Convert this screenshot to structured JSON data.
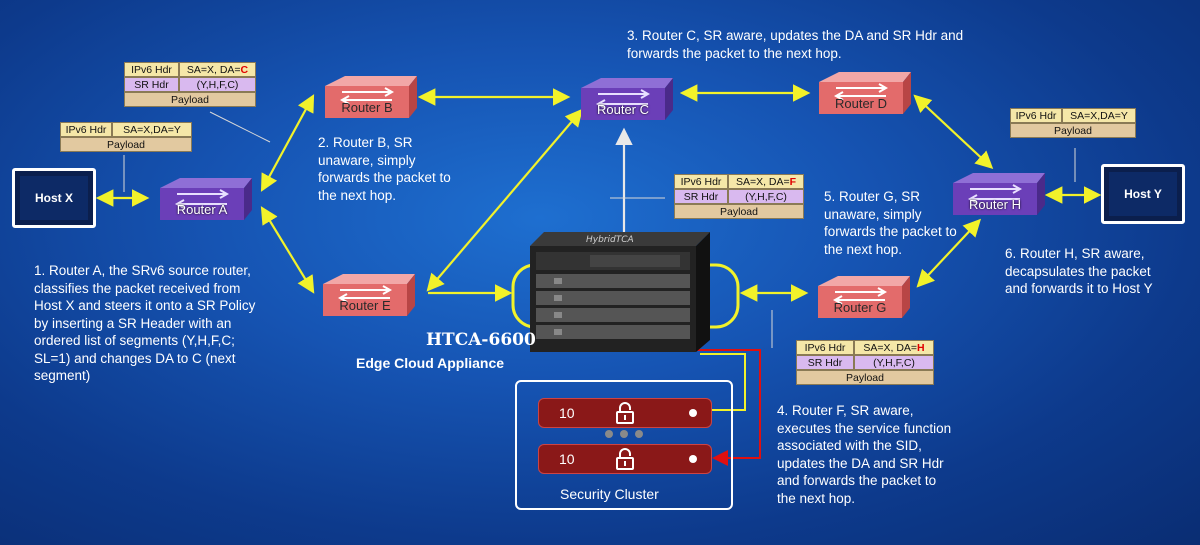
{
  "routers": {
    "a": "Router A",
    "b": "Router B",
    "c": "Router C",
    "d": "Router D",
    "e": "Router E",
    "g": "Router G",
    "h": "Router H"
  },
  "hosts": {
    "x": "Host X",
    "y": "Host Y"
  },
  "appliance": {
    "brand": "HybridTCA",
    "title": "HTCA-6600",
    "subtitle": "Edge Cloud Appliance"
  },
  "cluster": {
    "label": "Security Cluster",
    "unit1": "10",
    "unit2": "10"
  },
  "notes": {
    "n1": "1. Router A, the SRv6 source router, classifies the packet received from Host X and steers it onto a SR Policy by inserting a SR Header with an ordered list of segments (Y,H,F,C; SL=1) and changes DA to C (next segment)",
    "n2": "2. Router B, SR unaware, simply forwards the packet to the next hop.",
    "n3": "3. Router C, SR aware, updates the DA and SR Hdr and forwards the packet to the next hop.",
    "n4": "4. Router F, SR aware, executes the service function associated with the SID, updates the DA and SR Hdr and forwards the packet to the next hop.",
    "n5": "5. Router G, SR unaware, simply forwards the packet to the next hop.",
    "n6": "6. Router H, SR aware, decapsulates the packet and forwards it to Host Y"
  },
  "packets": {
    "p_a": {
      "ipv6": "IPv6 Hdr",
      "addr": "SA=X,DA=Y",
      "payload": "Payload"
    },
    "p_b": {
      "ipv6": "IPv6 Hdr",
      "addr_pre": "SA=X, DA=",
      "addr_dst": "C",
      "srh": "SR Hdr",
      "segs": "(Y,H,F,C)",
      "payload": "Payload"
    },
    "p_f": {
      "ipv6": "IPv6 Hdr",
      "addr_pre": "SA=X, DA=",
      "addr_dst": "F",
      "srh": "SR Hdr",
      "segs": "(Y,H,F,C)",
      "payload": "Payload"
    },
    "p_g": {
      "ipv6": "IPv6 Hdr",
      "addr_pre": "SA=X, DA=",
      "addr_dst": "H",
      "srh": "SR Hdr",
      "segs": "(Y,H,F,C)",
      "payload": "Payload"
    },
    "p_y": {
      "ipv6": "IPv6 Hdr",
      "addr": "SA=X,DA=Y",
      "payload": "Payload"
    }
  }
}
